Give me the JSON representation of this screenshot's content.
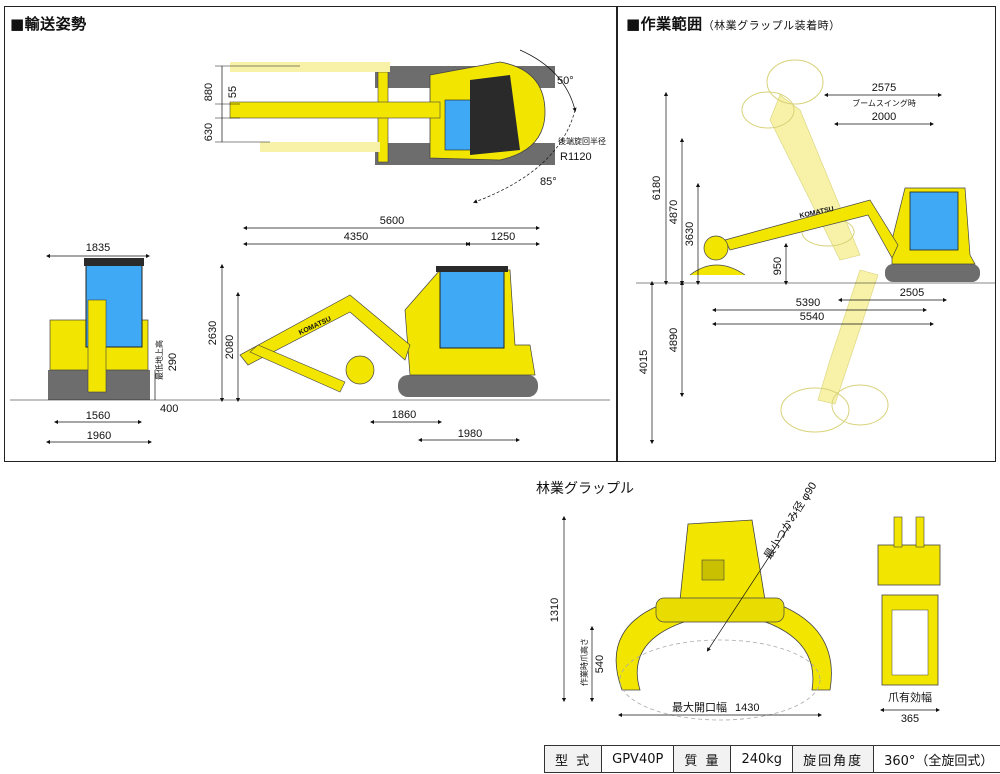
{
  "sections": {
    "transport": {
      "title": "■輸送姿勢"
    },
    "work_range": {
      "title": "■作業範囲",
      "subtitle": "（林業グラップル装着時）"
    },
    "grapple": {
      "title": "林業グラップル"
    }
  },
  "transport_dims": {
    "top_880": "880",
    "top_55": "55",
    "top_630": "630",
    "angle_50": "50°",
    "angle_85": "85°",
    "rear_radius_label": "後端旋回半径",
    "rear_radius": "R1120",
    "front_1835": "1835",
    "front_1560": "1560",
    "front_1960": "1960",
    "ground_clear_label": "最低地上高",
    "ground_clear": "290",
    "side_5600": "5600",
    "side_4350": "4350",
    "side_1250": "1250",
    "side_2630": "2630",
    "side_2080": "2080",
    "side_400": "400",
    "side_1860": "1860",
    "side_1980": "1980",
    "boom_brand": "KOMATSU"
  },
  "work_dims": {
    "d_6180": "6180",
    "d_4870": "4870",
    "d_3630": "3630",
    "d_950": "950",
    "d_4890": "4890",
    "d_4015": "4015",
    "d_2575": "2575",
    "swing_label": "ブームスイング時",
    "d_2000": "2000",
    "d_5390": "5390",
    "d_5540": "5540",
    "d_2505": "2505",
    "boom_brand": "KOMATSU"
  },
  "grapple_dims": {
    "min_dia": "最小つかみ径 φ90",
    "height": "1310",
    "claw_label": "作業時爪高さ",
    "claw_height": "540",
    "max_open_label": "最大開口幅",
    "max_open": "1430",
    "eff_width_label": "爪有効幅",
    "eff_width": "365"
  },
  "spec_table": {
    "type_label": "型 式",
    "type_value": "GPV40P",
    "mass_label": "質 量",
    "mass_value": "240kg",
    "rot_label": "旋回角度",
    "rot_value": "360°（全旋回式）"
  },
  "colors": {
    "machine_yellow": "#f2e600",
    "ghost_yellow": "#f7f2a8",
    "cab_blue": "#3fa9f5",
    "track_gray": "#6d6d6d"
  }
}
